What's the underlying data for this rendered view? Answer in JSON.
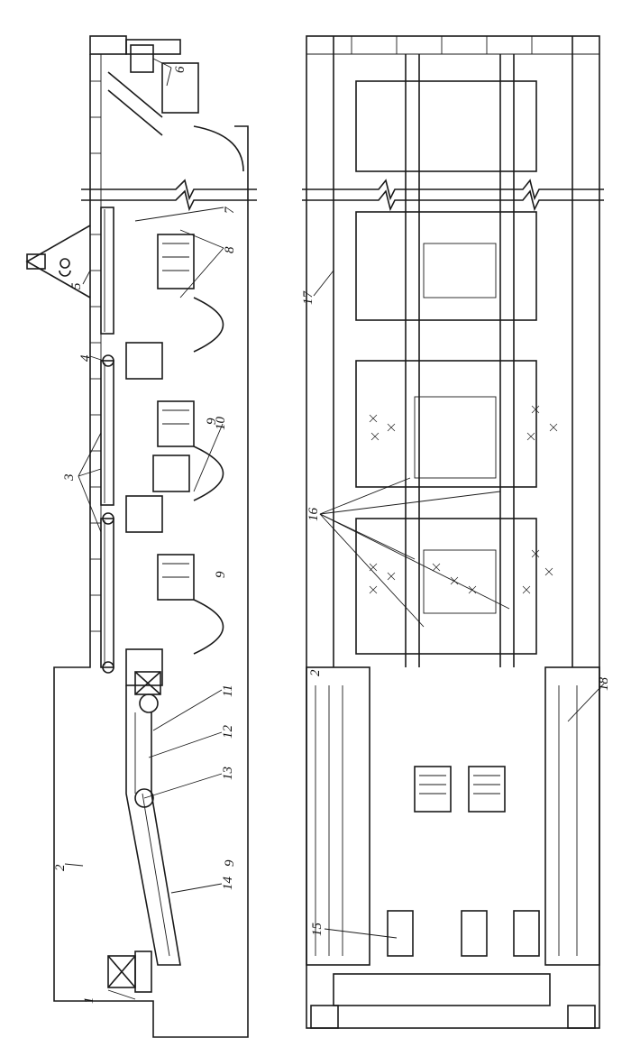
{
  "figure": {
    "labels": [
      {
        "id": "1",
        "text": "1"
      },
      {
        "id": "2a",
        "text": "2"
      },
      {
        "id": "2b",
        "text": "2"
      },
      {
        "id": "3",
        "text": "3"
      },
      {
        "id": "4",
        "text": "4"
      },
      {
        "id": "5",
        "text": "5"
      },
      {
        "id": "6",
        "text": "6"
      },
      {
        "id": "7",
        "text": "7"
      },
      {
        "id": "8",
        "text": "8"
      },
      {
        "id": "9a",
        "text": "9"
      },
      {
        "id": "9b",
        "text": "9"
      },
      {
        "id": "9c",
        "text": "9"
      },
      {
        "id": "10",
        "text": "10"
      },
      {
        "id": "11",
        "text": "11"
      },
      {
        "id": "12",
        "text": "12"
      },
      {
        "id": "13",
        "text": "13"
      },
      {
        "id": "14",
        "text": "14"
      },
      {
        "id": "15",
        "text": "15"
      },
      {
        "id": "16",
        "text": "16"
      },
      {
        "id": "17",
        "text": "17"
      },
      {
        "id": "18",
        "text": "18"
      }
    ]
  }
}
